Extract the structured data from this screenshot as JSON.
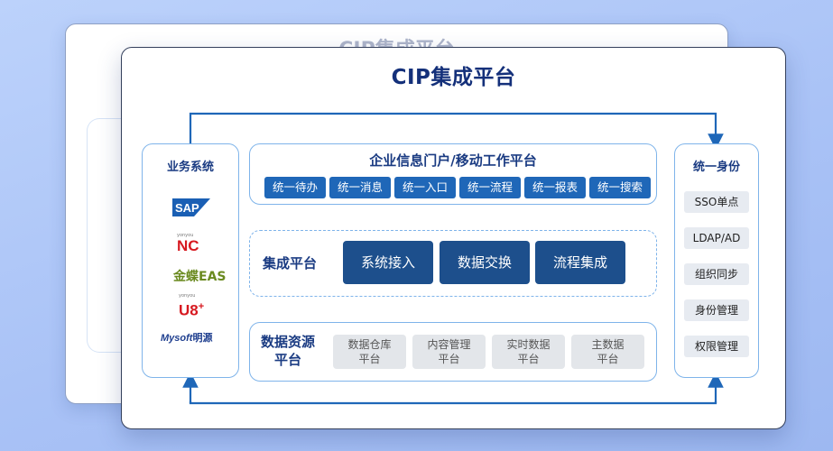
{
  "title": "CIP集成平台",
  "background_title": "CIP集成平台",
  "business_systems": {
    "title": "业务系统",
    "logos": [
      "SAP",
      "NC",
      "金蝶EAS",
      "U8+",
      "Mysoft明源"
    ],
    "logo_small_texts": {
      "yonyou": "yonyou",
      "u8_plus": "+"
    },
    "mysoft": {
      "en": "Mysoft",
      "cn": "明源"
    }
  },
  "portal": {
    "title": "企业信息门户/移动工作平台",
    "items": [
      "统一待办",
      "统一消息",
      "统一入口",
      "统一流程",
      "统一报表",
      "统一搜索"
    ]
  },
  "integration": {
    "title": "集成平台",
    "items": [
      "系统接入",
      "数据交换",
      "流程集成"
    ]
  },
  "data_platform": {
    "title_line1": "数据资源",
    "title_line2": "平台",
    "items": [
      {
        "line1": "数据仓库",
        "line2": "平台"
      },
      {
        "line1": "内容管理",
        "line2": "平台"
      },
      {
        "line1": "实时数据",
        "line2": "平台"
      },
      {
        "line1": "主数据",
        "line2": "平台"
      }
    ]
  },
  "identity": {
    "title": "统一身份",
    "items": [
      "SSO单点",
      "LDAP/AD",
      "组织同步",
      "身份管理",
      "权限管理"
    ]
  },
  "colors": {
    "accent": "#1f67b8",
    "dark_block": "#1d4f8c",
    "panel_border": "#7fb4ea",
    "title": "#14307a",
    "sap_blue": "#1a5fb4",
    "nc_red": "#d71920",
    "eas_green": "#6a8a1f",
    "u8_red": "#d71920",
    "mysoft_blue": "#1f3f8f"
  },
  "icons": [
    "arrow-up-icon",
    "arrow-down-icon"
  ]
}
